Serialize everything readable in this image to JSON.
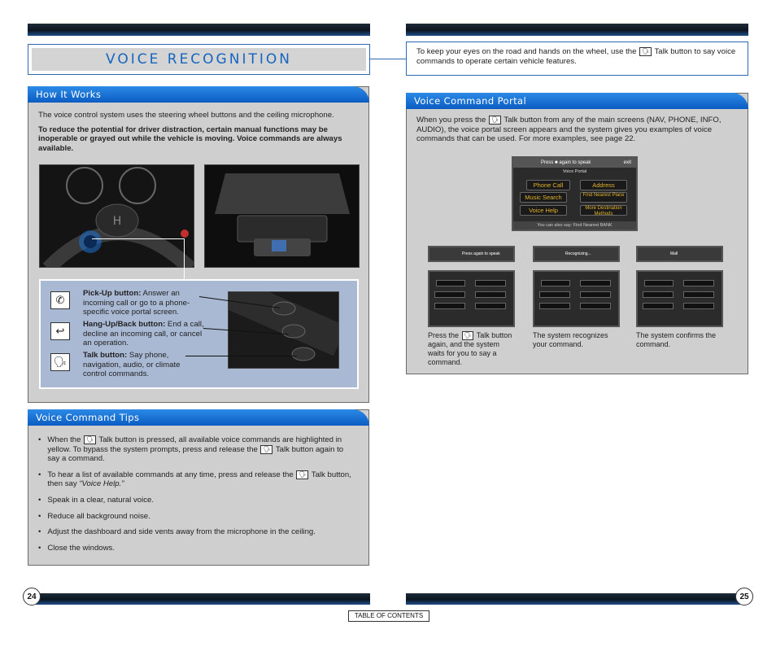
{
  "left": {
    "title": "VOICE RECOGNITION",
    "how": {
      "tab": "How It Works",
      "intro": "The voice control system uses the steering wheel buttons and the ceiling microphone.",
      "bold": "To reduce the potential for driver distraction, certain manual functions may be inoperable or grayed out while the vehicle is moving. Voice commands are always available."
    },
    "buttons": {
      "pickup_label": "Pick-Up button:",
      "pickup_text": " Answer an incoming call or go to a phone-specific voice portal screen.",
      "hangup_label": "Hang-Up/Back button:",
      "hangup_text": " End a call, decline an incoming call, or cancel an operation.",
      "talk_label": "Talk button:",
      "talk_text": " Say phone, navigation, audio, or climate control commands."
    },
    "tips": {
      "tab": "Voice Command Tips",
      "t1a": "When the",
      "t1b": "Talk button is pressed, all available voice commands are highlighted in yellow. To bypass the system prompts, press and release the",
      "t1c": "Talk button again to say a command.",
      "t2a": "To hear a list of available commands at any time, press and release the",
      "t2b": "Talk button, then say",
      "t2c": "“Voice Help.”",
      "t3": "Speak in a clear, natural voice.",
      "t4": "Reduce all background noise.",
      "t5": "Adjust the dashboard and side vents away from the microphone in the ceiling.",
      "t6": "Close the windows."
    },
    "page_number": "24"
  },
  "right": {
    "intro_a": "To keep your eyes on the road and hands on the wheel, use the",
    "intro_b": "Talk button to say voice commands to operate certain vehicle features.",
    "portal": {
      "tab": "Voice Command Portal",
      "text_a": "When you press the",
      "text_b": "Talk button from any of the main screens (NAV, PHONE, INFO, AUDIO), the voice portal screen appears and the system gives you examples of voice commands that can be used. For more examples, see page 22."
    },
    "screen": {
      "prompt": "Press",
      "prompt2": "again to speak",
      "exit": "exit",
      "title": "Voice Portal",
      "phone_call": "Phone Call",
      "address": "Address",
      "music_search": "Music Search",
      "find_nearest": "Find Nearest Place",
      "voice_help": "Voice Help",
      "more_methods": "More Destination Methods",
      "footer": "You can also say: Find Nearest BANK"
    },
    "steps": [
      {
        "bar": "Press  again to speak",
        "caption_a": "Press the",
        "caption_b": "Talk button again, and the system waits for you to say a command."
      },
      {
        "bar": "Recognizing...",
        "caption": "The system recognizes your command."
      },
      {
        "bar": "Mall",
        "caption": "The system confirms the command."
      }
    ],
    "page_number": "25"
  },
  "footer": {
    "toc": "TABLE OF CONTENTS"
  },
  "colors": {
    "accent": "#1565c0",
    "highlight": "#e2b12c",
    "panel": "#cfcfcf",
    "callout": "#a9b9d4"
  }
}
